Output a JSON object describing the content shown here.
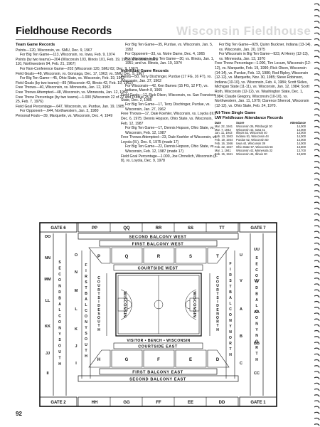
{
  "header": {
    "title": "Fieldhouse Records",
    "watermark": "Wisconsin Fieldhouse"
  },
  "team": {
    "heading": "Team Game Records",
    "paras": [
      {
        "t": "Points—120, Wisconsin, vs. SMU, Dec. 9, 1967",
        "i": false
      },
      {
        "t": "For Big Ten Game—113, Wisconsin, vs. Iowa, Feb. 9, 1974",
        "i": true
      },
      {
        "t": "Points (by two teams)—204 (Wisconsin 103, Illinois 101, Feb. 19, 1962) and (Wisconsin 110, Northwestern 94, Feb. 21, 1967)",
        "i": false
      },
      {
        "t": "For Non-Conference Game—202 (Wisconsin 120, SMU 82, Dec. 9, 1967)",
        "i": true
      },
      {
        "t": "Field Goals—48, Wisconsin, vs. Gonzaga, Dec. 17, 1963; vs. SMU Dec. 9, 1967",
        "i": false
      },
      {
        "t": "For Big Ten Game—45, Ohio State, vs. Wisconsin, Feb. 19, 1962",
        "i": true
      },
      {
        "t": "Field Goals (by two teams)—85 (Wisconsin 43, Illinois 42, Feb. 19, 1962)",
        "i": false
      },
      {
        "t": "Free Throws—40, Wisconsin, vs. Minnesota, Jan. 12, 1953",
        "i": false
      },
      {
        "t": "Free Throws Attempted—48, Wisconsin, vs. Minnesota, Jan. 12, 1953",
        "i": false
      },
      {
        "t": "Free Throw Percentage (by two teams)—1.000 (Wisconsin 22 of 22 and Purdue 25 of 25, Feb. 7, 1976)",
        "i": false
      },
      {
        "t": "Field Goal Percentage—.647, Wisconsin, vs. Purdue, Jan. 19, 1985",
        "i": false
      },
      {
        "t": "For Opponent—.644, Northwestern, Jan. 3, 1980",
        "i": true
      },
      {
        "t": "Personal Fouls—39, Marquette, vs. Wisconsin, Dec. 4, 1949",
        "i": false
      }
    ]
  },
  "col2": {
    "paras_a": [
      {
        "t": "For Big Ten Game—35, Purdue, vs. Wisconsin, Jan. 5, 1952",
        "i": true
      },
      {
        "t": "For Opponent—33, vs. Notre Dame, Dec. 4, 1965",
        "i": true
      },
      {
        "t": "For Wisconsin in Big Ten Game—30, vs. Illinois, Jan. 1, 1951; and vs. Illinois, Jan. 19, 1974",
        "i": true
      }
    ],
    "indiv_heading": "Individual Game Records",
    "paras_b": [
      {
        "t": "Points—50, Terry Dischinger, Purdue (17 FG, 16 FT), vs. Wisconsin, Jan. 27, 1962",
        "i": false
      },
      {
        "t": "For Wisconsin—42, Ken Barnes (15 FG, 12 FT), vs. Indiana, March 8, 1965",
        "i": true
      },
      {
        "t": "Field Goals—17, Rick Olson, Wisconsin, vs. San Francisco State, Dec. 2, 1985",
        "i": false
      },
      {
        "t": "For Big Ten Game—17, Terry Dischinger, Purdue, vs. Wisconsin, Jan. 27, 1962",
        "i": true
      },
      {
        "t": "Free Throws—17, Dale Koehler, Wisconsin, vs. Loyola (Ill.), Dec. 6, 1975; Dennis Hopson, Ohio State, vs. Wisconsin, Feb. 12, 1987",
        "i": false
      },
      {
        "t": "For Big Ten Game—17, Dennis Hopson, Ohio State, vs. Wisconsin, Feb. 12, 1987",
        "i": true
      },
      {
        "t": "Free Throws Attempted—23, Dale Koehler of Wisconsin, vs. Loyola (Ill.), Dec. 6, 1975 (made 17)",
        "i": false
      },
      {
        "t": "For Big Ten Game—22, Dennis Hopson, Ohio State, vs. Wisconsin, Feb. 12, 1987 (made 17)",
        "i": true
      },
      {
        "t": "Field Goal Percentage—1.000, Joe Chrnelich, Wisconsin (8-8), vs. Loyola, Dec. 9, 1978",
        "i": false
      }
    ]
  },
  "col3": {
    "paras": [
      {
        "t": "For Big Ten Game—929, Quinn Buckner, Indiana (13-14), vs. Wisconsin, Jan. 20, 1975",
        "i": true
      },
      {
        "t": "For Wisconsin in Big Ten Game—923, Al Henry (12-13), vs. Minnesota, Jan. 13, 1970",
        "i": true
      },
      {
        "t": "Free Throw Percentage—1.000, Tim Locum, Wisconsin (12-12), vs. Marquette, Feb. 19, 1990; Rick Olson, Wisconsin (14-14), vs. Purdue, Feb. 13, 1986; Rod Ripley, Wisconsin (12-12), vs. Marquette, Nov. 30, 1985; Steve Robinson, Indiana (10-10), vs. Wisconsin, Feb. 4, 1984; Scott Skiles, Michigan State (11-11), vs. Wisconsin, Jan. 12, 1984; Scott Roth, Wisconsin (12-12), vs. Washington State, Dec. 1, 1984; Claude Gregory, Wisconsin (10-10), vs. Northwestern, Jan. 11, 1979; Clarence Sherrod, Wisconsin (12-12), vs. Ohio State, Feb. 24, 1970.",
        "i": false
      }
    ],
    "att_heading_1": "All-Time Single Game",
    "att_heading_2": "UW Fieldhouse Attendance Records",
    "att_cols": [
      "Date",
      "Score",
      "Attendance"
    ],
    "att_rows": [
      [
        "Mar. 22, 1941",
        "Wisconsin 36, Pittsburgh 30",
        "14,000"
      ],
      [
        "Mar. 7, 1942",
        "Wisconsin 42, Iowa 41",
        "14,000"
      ],
      [
        "Jan. 11, 1943",
        "Illinois 52, Wisconsin 40",
        "14,000"
      ],
      [
        "Feb. 13, 1943",
        "Indiana 51, Wisconsin 44",
        "14,000"
      ],
      [
        "Feb. 19, 1944",
        "Purdue 52, Wisconsin 50",
        "14,000"
      ],
      [
        "Feb. 16, 1946",
        "Iowa 44, Wisconsin 39",
        "14,000"
      ],
      [
        "Feb. 22, 1947",
        "Ohio State 57, Wisconsin 56",
        "13,800"
      ],
      [
        "Mar. 1, 1941",
        "Wisconsin 42, Minnesota 32",
        "13,700"
      ],
      [
        "Feb. 15, 1941",
        "Wisconsin 46, Illinois 30",
        "13,600"
      ]
    ]
  },
  "diagram": {
    "gate6": "GATE 6",
    "gate7": "GATE 7",
    "gate2": "GATE 2",
    "gate1": "GATE 1",
    "second_west": "SECOND BALCONY WEST",
    "first_west": "FIRST BALCONY WEST",
    "courtside_west": "COURTSIDE WEST",
    "courtside_east": "COURTSIDE EAST",
    "first_east": "FIRST BALCONY EAST",
    "second_east": "SECOND BALCONY EAST",
    "bench_line": "VISITOR • BENCH • WISCONSIN",
    "court_left": "WISCONSIN",
    "court_right": "WISCONSIN",
    "courtside_south": "COURTSIDE SOUTH",
    "courtside_north": "COURTSIDE NORTH",
    "first_south": "FIRST BALCONY SOUTH",
    "first_north": "FIRST BALCONY NORTH",
    "second_south": "SECOND BALCONY SOUTH",
    "second_north": "SECOND BALCONY NORTH",
    "top_upper": [
      "PP",
      "QQ",
      "RR",
      "SS",
      "TT"
    ],
    "top_lower": [
      "P",
      "Q",
      "R",
      "S",
      "T"
    ],
    "bottom_upper": [
      "H",
      "G",
      "F",
      "E",
      "D"
    ],
    "bottom_lower": [
      "HH",
      "GG",
      "FF",
      "EE",
      "DD"
    ],
    "left_outer": [
      "OO",
      "NN",
      "MM",
      "LL",
      "KK",
      "JJ",
      "II"
    ],
    "left_inner": [
      "O",
      "N",
      "M",
      "L",
      "K",
      "J",
      "I"
    ],
    "right_outer": [
      "UU",
      "VV",
      "AA",
      "BB",
      "CC"
    ],
    "right_inner": [
      "U",
      "V",
      "A",
      "B",
      "C"
    ]
  },
  "footer": {
    "page_number": "92"
  }
}
